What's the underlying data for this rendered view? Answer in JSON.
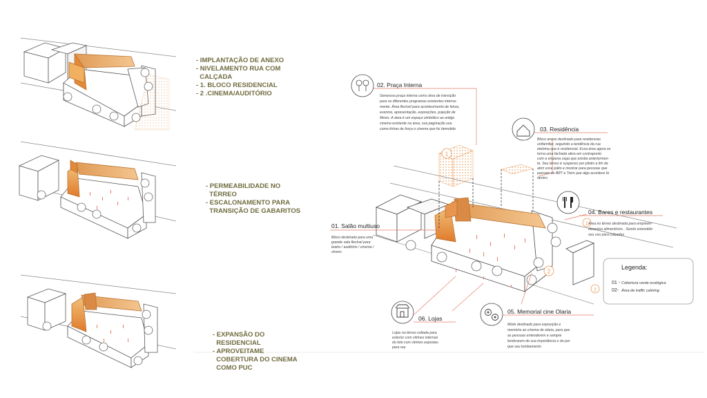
{
  "steps": [
    {
      "lines": [
        "- IMPLANTAÇÃO DE ANEXO",
        "- NIVELAMENTO RUA COM",
        "  CALÇADA",
        "- 1. BLOCO RESIDENCIAL",
        "- 2 .CINEMA/AUDITÓRIO"
      ]
    },
    {
      "lines": [
        "- PERMEABILIDADE NO",
        "  TÉRREO",
        "- ESCALONAMENTO PARA",
        "  TRANSIÇÃO DE GABARITOS"
      ]
    },
    {
      "lines": [
        "- EXPANSÃO DO",
        "  RESIDENCIAL",
        "- APROVEITAME",
        "  COBERTURA DO CINEMA",
        "  COMO PUC"
      ]
    }
  ],
  "callouts": [
    {
      "title": "02. Praça Interna",
      "icon": "trees-icon",
      "lines": [
        "Generosa praça interna como área de transição",
        "para os diferentes programas existentes interna-",
        "mente. Área flexível para acontecimento de feiras,",
        "eventos, apresentação, exposições, pojeção de",
        "filmes. A área é um espaço simbólico ao antigo",
        "cinema existente na área, sua paginação usa",
        "como linhas de força o cinema que foi demolido"
      ]
    },
    {
      "title": "03. Residência",
      "icon": "house-icon",
      "lines": [
        "Bloco anexo destinado para residencias",
        "unifamiliar, seguindo a tendência da rua",
        "etelvina que é residencial. Essa área agora se",
        "torna uma fachada ativa em contraponto",
        "com a empena cega que existia anteriormen-",
        "te. Seu térreo é suspenso por pilotis a fim de",
        "abrir esse pátio e mostrar para pessoas que",
        "passam de BRT e Trem que algo acontece lá",
        "dentro"
      ]
    },
    {
      "title": "04. Bares e restaurantes",
      "icon": "cutlery-icon",
      "lines": [
        "Área no térreo destinada para empreen-",
        "dimentos alimentícios . Sendo estendido",
        "seu uso para calçadas"
      ]
    },
    {
      "title": "01. Salão multiuso",
      "icon": "",
      "lines": [
        "Bloco destinado para uma",
        "grande sala flexível para",
        "teatro / auditório / cinema /",
        "shows"
      ]
    },
    {
      "title": "06. Lojas",
      "icon": "shop-icon",
      "lines": [
        "Lojas no térreo voltada para",
        "exterior com vitrines internas",
        "do lote com vitrines expostas",
        "para rua"
      ]
    },
    {
      "title": "05. Memorial cine Olaria",
      "icon": "film-reel-icon",
      "lines": [
        "Miolo destinado para exposição e",
        "memória ao cinema de olaria, para que",
        "as pessoas entenderem e sempre",
        "lembrarem de sua importância e do por",
        "que seu tombamento"
      ]
    }
  ],
  "markers": [
    "1",
    "2",
    "1",
    "2"
  ],
  "legend": {
    "title": "Legenda:",
    "items": [
      {
        "num": "01",
        "sep": " - ",
        "text": "Cobertura verde ecológica"
      },
      {
        "num": "02",
        "sep": "-  ",
        "text": "Área de traffic calming"
      }
    ]
  },
  "colors": {
    "accent_orange": "#e8954f",
    "roof_light": "#f0b878",
    "roof_dark": "#d98a45",
    "callout_line": "#e57b68",
    "text_olive": "#6f6b3e",
    "line_gray": "#555555"
  }
}
